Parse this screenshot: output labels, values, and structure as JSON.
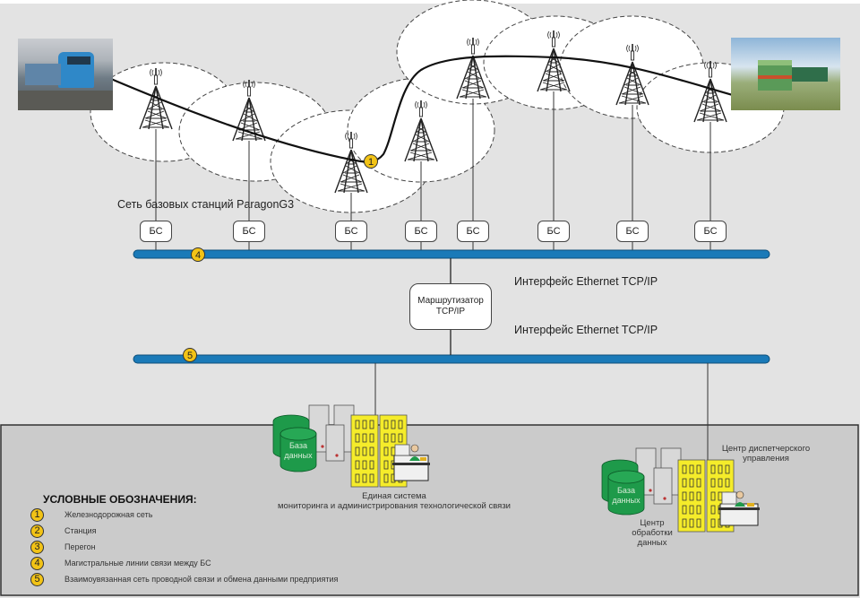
{
  "diagram": {
    "network_label": "Сеть базовых станций ParagonG3",
    "base_station_label": "БС",
    "base_stations": [
      {
        "label": "БС"
      },
      {
        "label": "БС"
      },
      {
        "label": "БС"
      },
      {
        "label": "БС"
      },
      {
        "label": "БС"
      },
      {
        "label": "БС"
      },
      {
        "label": "БС"
      },
      {
        "label": "БС"
      }
    ],
    "interface_top": "Интерфейс Ethernet TCP/IP",
    "interface_bottom": "Интерфейс Ethernet TCP/IP",
    "router": {
      "line1": "Маршрутизатор",
      "line2": "TCP/IP"
    },
    "markers": {
      "railway": "1",
      "station": "2",
      "haul": "3",
      "trunk": "4",
      "enterprise": "5"
    },
    "photos": {
      "station": "Станция — пассажирский электровоз на платформе",
      "haul": "Перегон — тепловоз с составом"
    },
    "monitoring_center": {
      "db_line1": "База",
      "db_line2": "данных",
      "caption_line1": "Единая система",
      "caption_line2": "мониторинга и администрирования технологической связи"
    },
    "processing_center": {
      "db_line1": "База",
      "db_line2": "данных",
      "caption_line1": "Центр",
      "caption_line2": "обработки данных",
      "dispatch_line1": "Центр диспетчерского",
      "dispatch_line2": "управления"
    }
  },
  "legend": {
    "title": "УСЛОВНЫЕ ОБОЗНАЧЕНИЯ:",
    "items": [
      {
        "num": "1",
        "text": "Железнодорожная сеть"
      },
      {
        "num": "2",
        "text": "Станция"
      },
      {
        "num": "3",
        "text": "Перегон"
      },
      {
        "num": "4",
        "text": "Магистральные линии связи между БС"
      },
      {
        "num": "5",
        "text": "Взаимоувязанная сеть проводной связи и обмена данными предприятия"
      }
    ]
  },
  "colors": {
    "background": "#e3e3e3",
    "bottom_panel": "#cbcbcb",
    "bus": "#1a7ab8",
    "marker": "#f2c316",
    "building": "#f5ec2a",
    "database": "#1e9a4a",
    "server": "#d4d4d4"
  }
}
